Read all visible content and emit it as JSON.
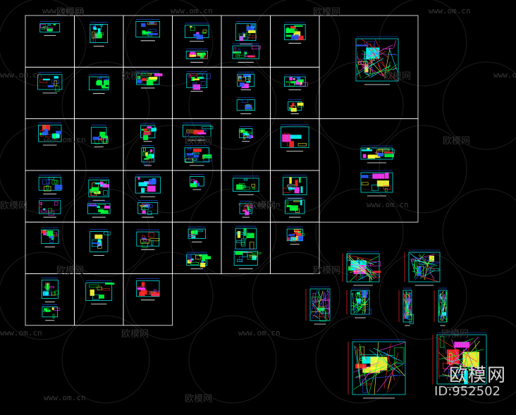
{
  "watermark": {
    "domain": "www.om.cn",
    "brand_cn": "欧模网"
  },
  "badge": {
    "brand": "欧模网",
    "id": "ID:952502"
  },
  "colors": {
    "background": "#000000",
    "frame": "#ffffff",
    "line_green": "#00ff3c",
    "line_cyan": "#00ffff",
    "line_blue": "#2a5bff",
    "line_red": "#ff2a2a",
    "line_magenta": "#ff3cff",
    "line_yellow": "#ffff3c"
  }
}
